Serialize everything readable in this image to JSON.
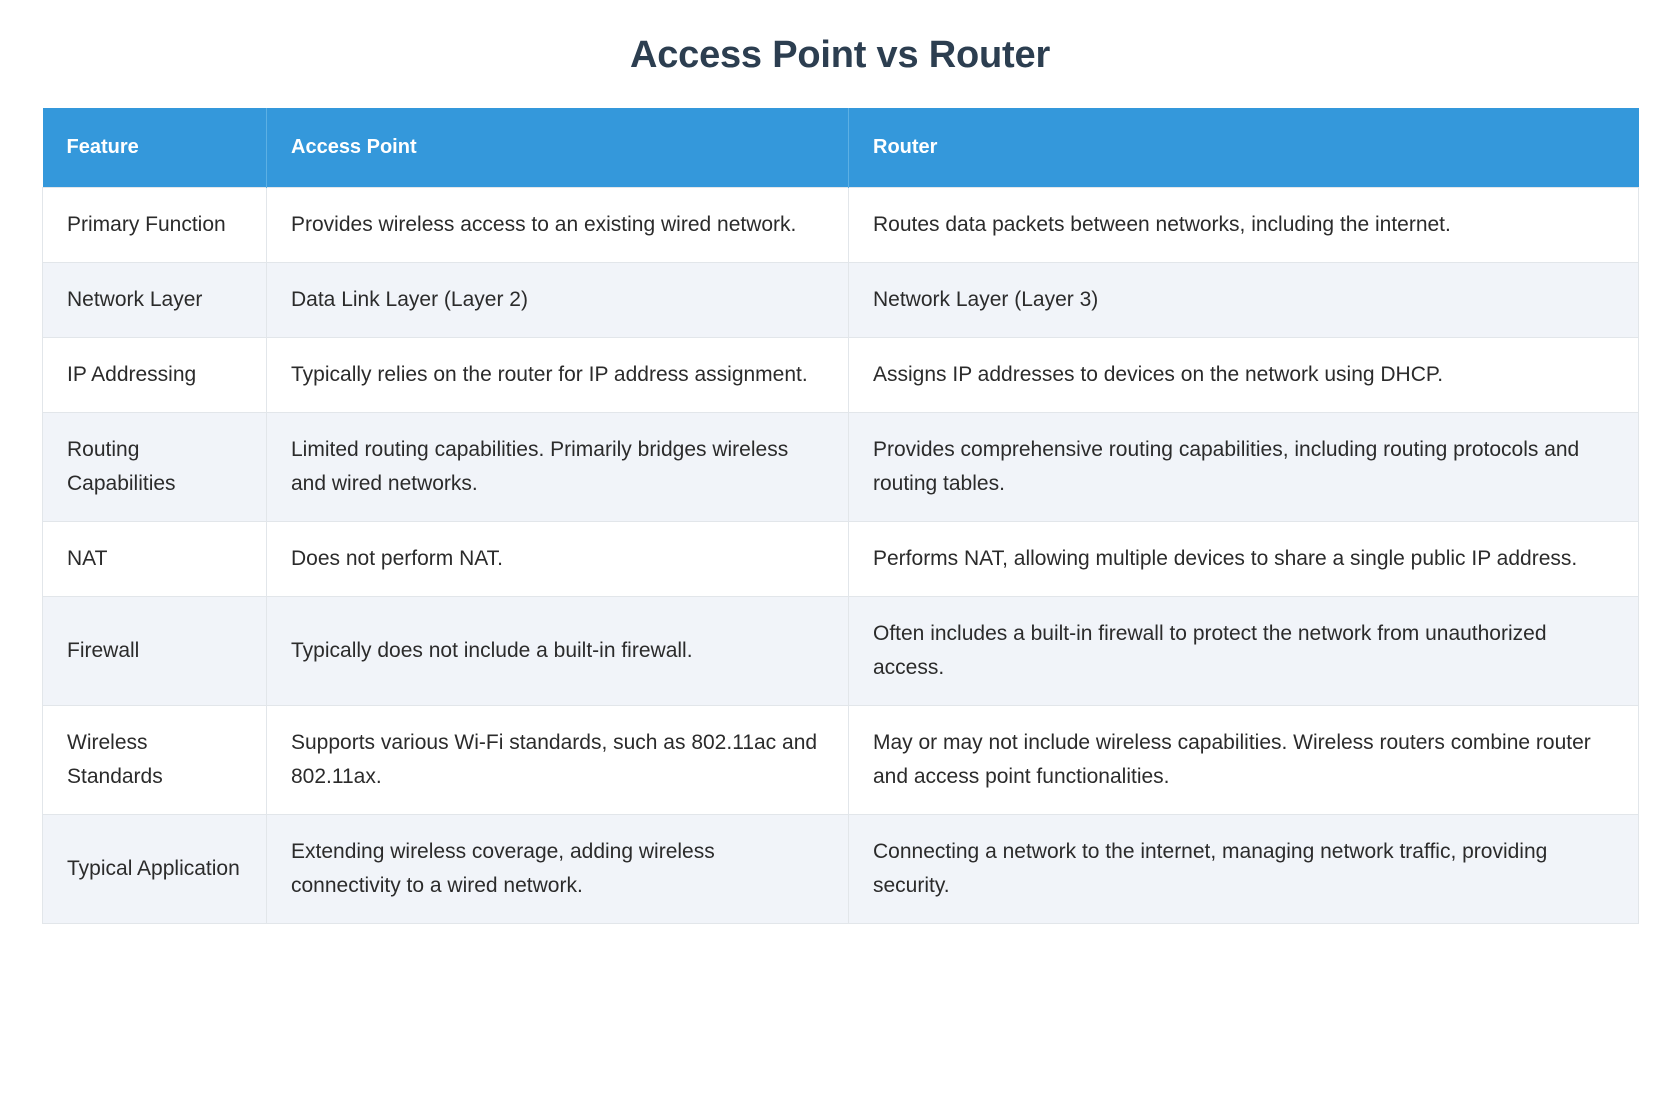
{
  "page": {
    "title": "Access Point vs Router",
    "accent_color": "#3498db",
    "title_color": "#2c3e50",
    "row_alt_color": "#f1f4f9",
    "border_color": "#e2e6ea"
  },
  "table": {
    "headers": [
      "Feature",
      "Access Point",
      "Router"
    ],
    "rows": [
      {
        "feature": "Primary Function",
        "access_point": "Provides wireless access to an existing wired network.",
        "router": "Routes data packets between networks, including the internet."
      },
      {
        "feature": "Network Layer",
        "access_point": "Data Link Layer (Layer 2)",
        "router": "Network Layer (Layer 3)"
      },
      {
        "feature": "IP Addressing",
        "access_point": "Typically relies on the router for IP address assignment.",
        "router": "Assigns IP addresses to devices on the network using DHCP."
      },
      {
        "feature": "Routing Capabilities",
        "access_point": "Limited routing capabilities. Primarily bridges wireless and wired networks.",
        "router": "Provides comprehensive routing capabilities, including routing protocols and routing tables."
      },
      {
        "feature": "NAT",
        "access_point": "Does not perform NAT.",
        "router": "Performs NAT, allowing multiple devices to share a single public IP address."
      },
      {
        "feature": "Firewall",
        "access_point": "Typically does not include a built-in firewall.",
        "router": "Often includes a built-in firewall to protect the network from unauthorized access."
      },
      {
        "feature": "Wireless Standards",
        "access_point": "Supports various Wi-Fi standards, such as 802.11ac and 802.11ax.",
        "router": "May or may not include wireless capabilities. Wireless routers combine router and access point functionalities."
      },
      {
        "feature": "Typical Application",
        "access_point": "Extending wireless coverage, adding wireless connectivity to a wired network.",
        "router": "Connecting a network to the internet, managing network traffic, providing security."
      }
    ]
  }
}
